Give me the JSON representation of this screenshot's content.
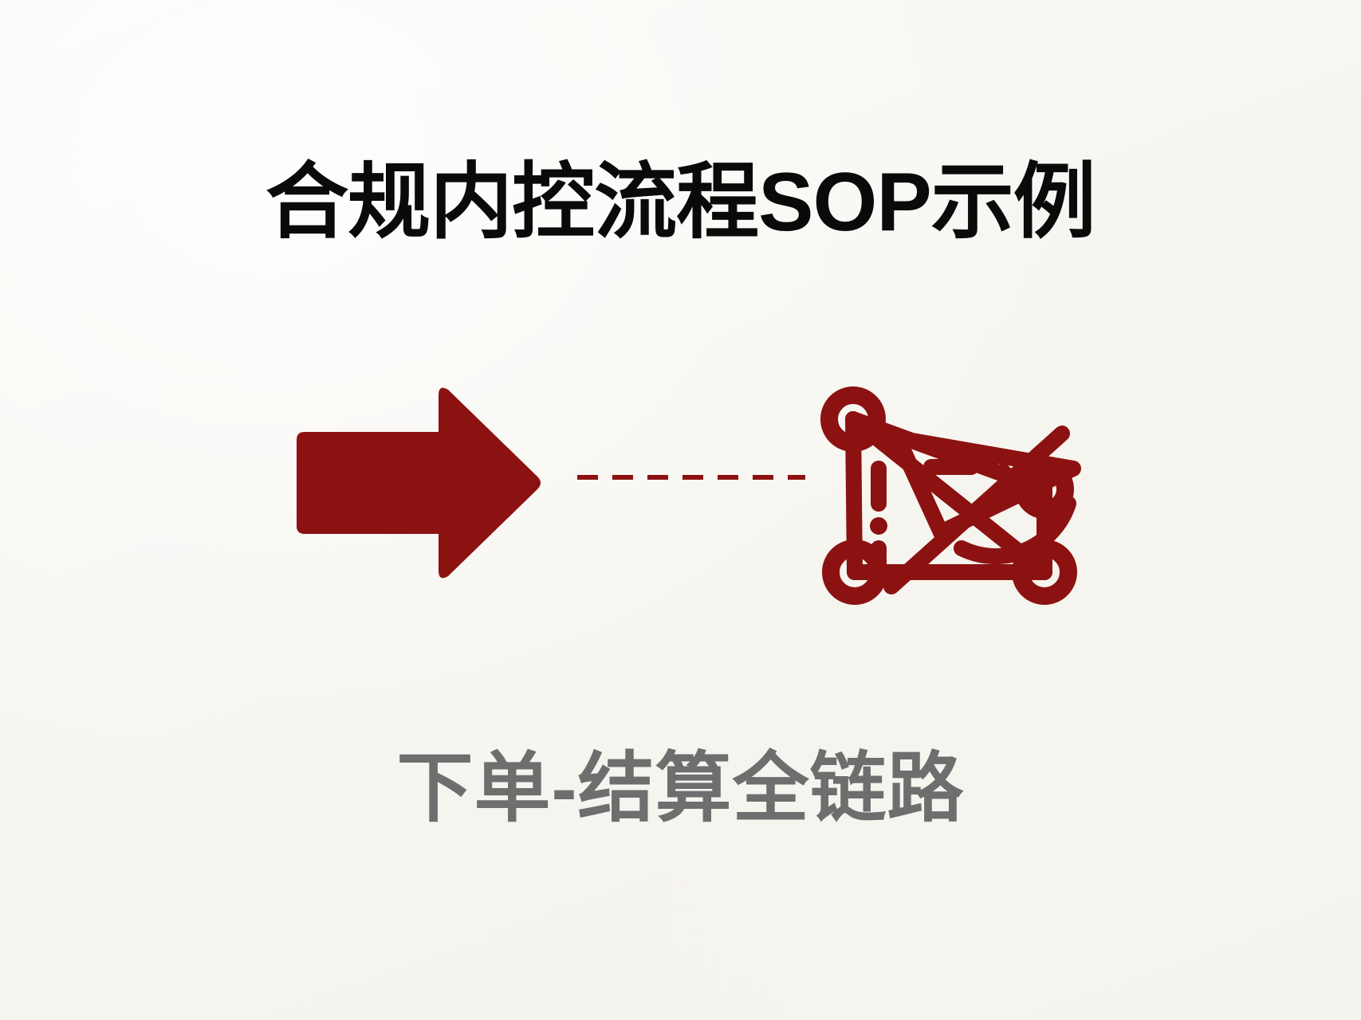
{
  "slide": {
    "background_color": "#f7f6f2",
    "title": "合规内控流程SOP示例",
    "title_color": "#0a0a0a",
    "caption": "下单-结算全链路",
    "caption_color": "#6e6e6e",
    "accent_color": "#8c1212"
  },
  "graphic": {
    "arrow": {
      "icon_name": "right-arrow-icon",
      "color": "#8c1212",
      "direction": "right"
    },
    "connector": {
      "icon_name": "dashed-connector",
      "color": "#8c1212",
      "style": "dashed"
    },
    "network": {
      "icon_name": "network-graph-icon",
      "color": "#8c1212",
      "nodes": 4,
      "node_positions": [
        "top-left",
        "right",
        "bottom-left",
        "bottom-right"
      ]
    }
  }
}
